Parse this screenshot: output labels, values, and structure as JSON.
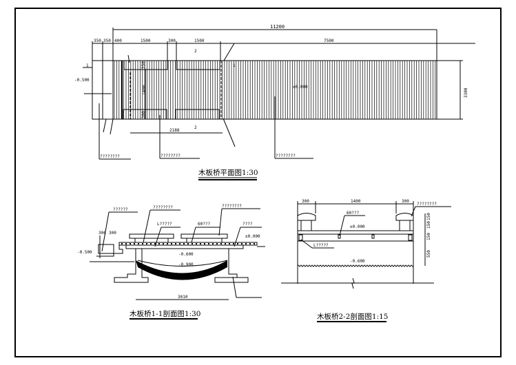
{
  "plan": {
    "title": "木板桥平面图1:30",
    "dims": {
      "total": "11200",
      "d350a": "350",
      "d350b": "350",
      "d400": "400",
      "d1500a": "1500",
      "d300": "300",
      "d1500b": "1500",
      "d7500": "7500",
      "width": "3300",
      "v350": "350",
      "v1400": "1400",
      "v300": "300",
      "span": "2188"
    },
    "levels": {
      "low": "-0.500",
      "zero": "±0.000"
    },
    "section_marks": {
      "s1": "1",
      "s2": "2"
    },
    "notes": [
      "????????",
      "????????",
      "????????"
    ]
  },
  "section1": {
    "title": "木板桥1-1剖面图1:30",
    "levels": {
      "zero": "±0.000",
      "low": "-0.500",
      "water": "-0.600",
      "bed": "-0.900"
    },
    "dims": {
      "span": "3010",
      "a": "300",
      "b": "300"
    },
    "notes": [
      "??????",
      "????????",
      "????????",
      "L?????",
      "60???",
      "????"
    ]
  },
  "section2": {
    "title": "木板桥2-2剖面图1:15",
    "levels": {
      "zero": "±0.000",
      "water": "-0.600"
    },
    "dims": {
      "left": "300",
      "mid": "1400",
      "right": "300",
      "h1": "150",
      "h2": "150",
      "h3": "150",
      "h4": "550"
    },
    "notes": [
      "????????",
      "60???",
      "L?????"
    ]
  }
}
